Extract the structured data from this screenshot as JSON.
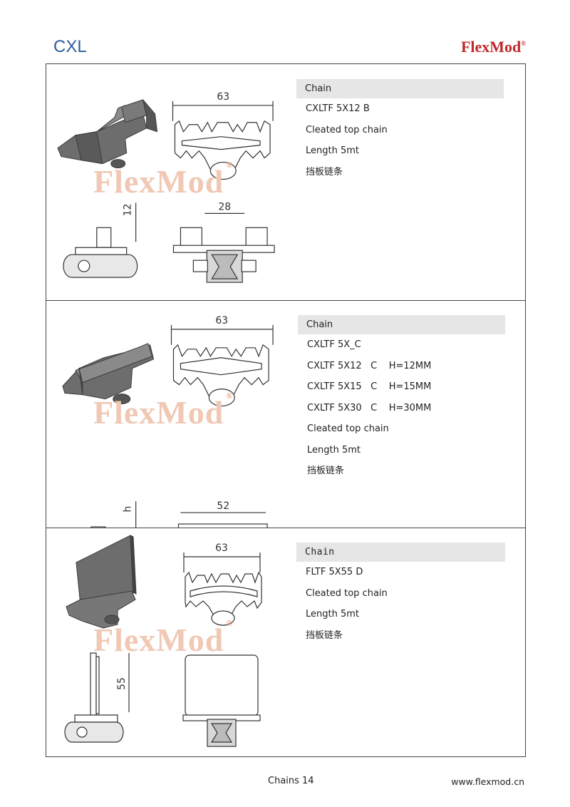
{
  "header": {
    "title": "CXL",
    "brand": "FlexMod",
    "brand_mark": "®"
  },
  "watermark": {
    "text": "FlexMod",
    "mark": "®"
  },
  "sections": [
    {
      "dims": {
        "width_top": "63",
        "height_side": "12",
        "width_front": "28"
      },
      "info": {
        "heading": "Chain",
        "lines": [
          "CXLTF 5X12 B",
          "Cleated top chain",
          "Length 5mt",
          "挡板链条"
        ]
      }
    },
    {
      "dims": {
        "width_top": "63",
        "height_side": "h",
        "width_front": "52"
      },
      "info": {
        "heading": "Chain",
        "lines": [
          "CXLTF 5X_C",
          "CXLTF 5X12   C    H=12MM",
          "CXLTF 5X15   C    H=15MM",
          "CXLTF 5X30   C    H=30MM",
          "Cleated top chain",
          "Length 5mt",
          "挡板链条"
        ]
      }
    },
    {
      "dims": {
        "width_top": "63",
        "height_side": "55"
      },
      "info": {
        "heading": "Chain",
        "lines": [
          "FLTF 5X55 D",
          "Cleated top chain",
          "Length 5mt",
          "挡板链条"
        ]
      }
    }
  ],
  "footer": {
    "page": "Chains 14",
    "url": "www.flexmod.cn"
  }
}
